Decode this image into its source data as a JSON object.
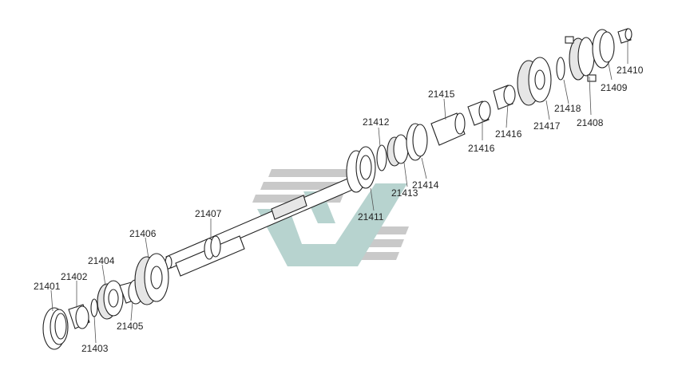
{
  "parts": [
    {
      "id": "p21401",
      "number": "21401"
    },
    {
      "id": "p21402",
      "number": "21402"
    },
    {
      "id": "p21403",
      "number": "21403"
    },
    {
      "id": "p21404",
      "number": "21404"
    },
    {
      "id": "p21405",
      "number": "21405"
    },
    {
      "id": "p21406",
      "number": "21406"
    },
    {
      "id": "p21407",
      "number": "21407"
    },
    {
      "id": "p21408",
      "number": "21408"
    },
    {
      "id": "p21409",
      "number": "21409"
    },
    {
      "id": "p21410",
      "number": "21410"
    },
    {
      "id": "p21411",
      "number": "21411"
    },
    {
      "id": "p21412",
      "number": "21412"
    },
    {
      "id": "p21413",
      "number": "21413"
    },
    {
      "id": "p21414",
      "number": "21414"
    },
    {
      "id": "p21415",
      "number": "21415"
    },
    {
      "id": "p21416a",
      "number": "21416"
    },
    {
      "id": "p21416b",
      "number": "21416"
    },
    {
      "id": "p21417",
      "number": "21417"
    },
    {
      "id": "p21418",
      "number": "21418"
    }
  ],
  "colors": {
    "line": "#222222",
    "watermark_gray": "#c9c9c9",
    "watermark_teal": "#b7d3cf"
  }
}
